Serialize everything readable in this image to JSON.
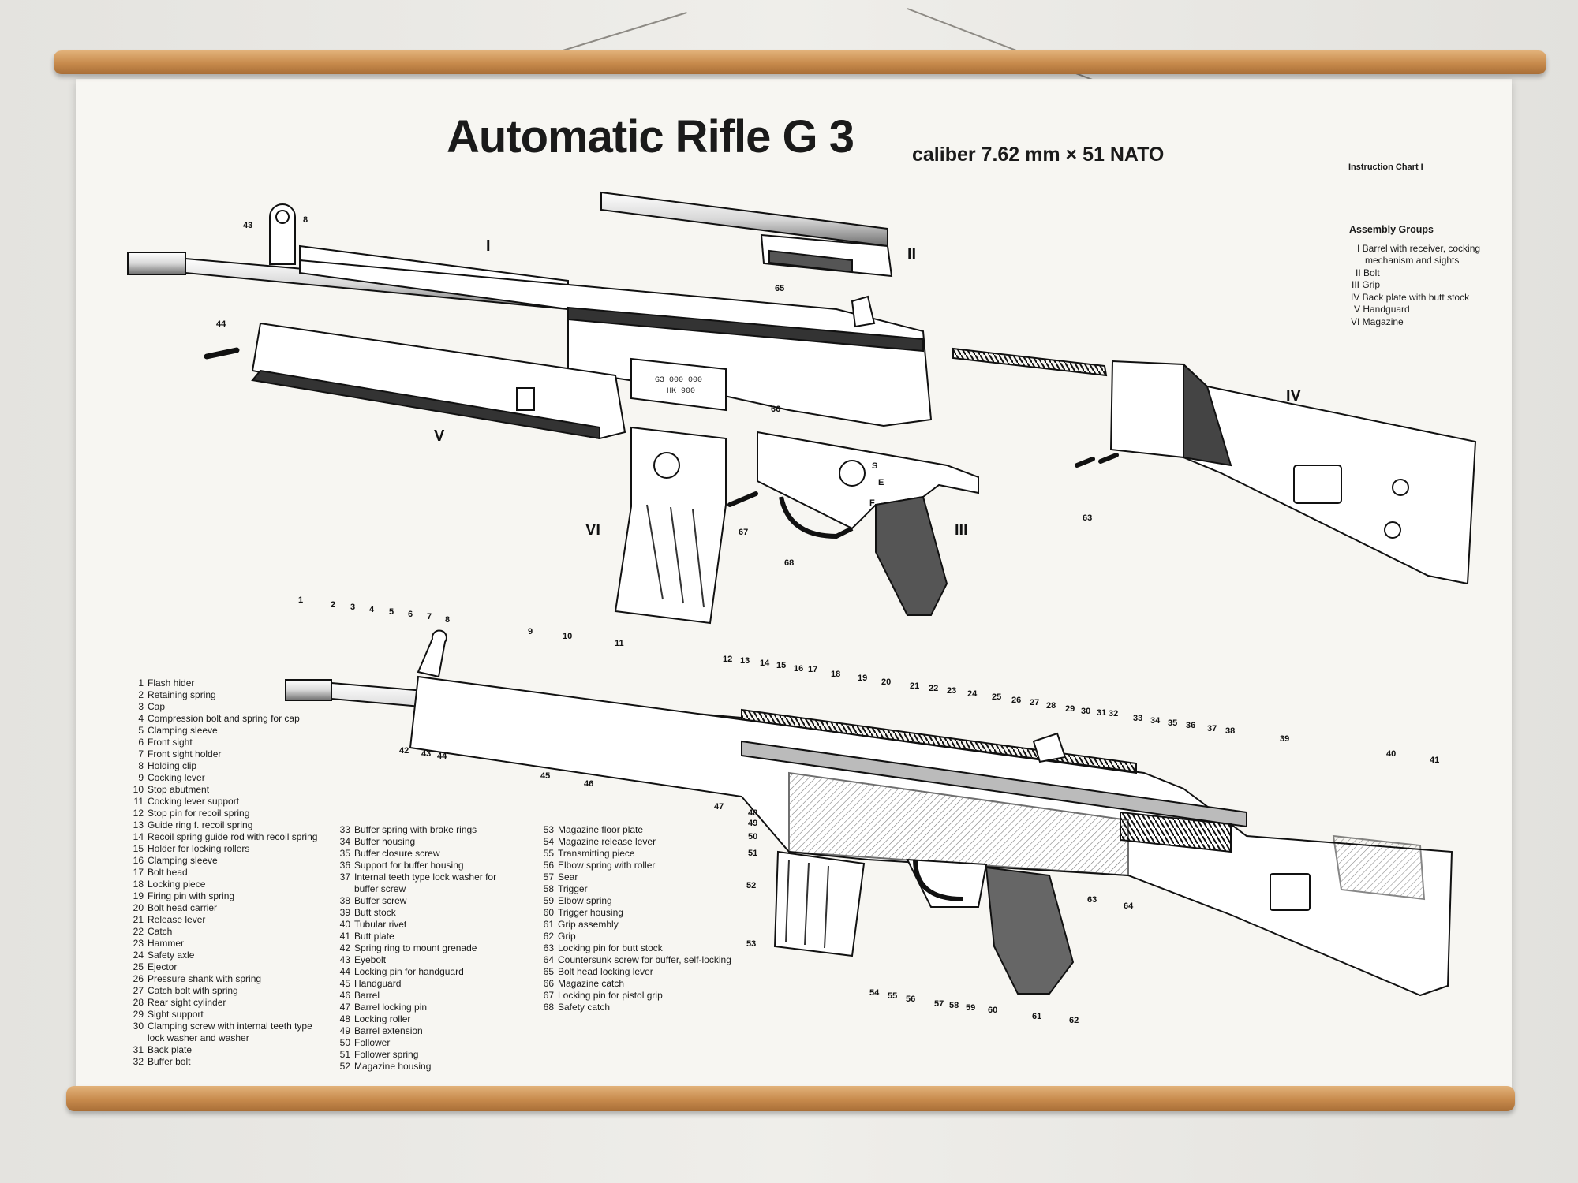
{
  "poster": {
    "title": "Automatic Rifle G 3",
    "subtitle": "caliber 7.62 mm × 51 NATO",
    "chart_label": "Instruction Chart I"
  },
  "assembly_groups": {
    "heading": "Assembly Groups",
    "items": [
      "I Barrel with receiver, cocking",
      "mechanism and sights",
      "II Bolt",
      "III Grip",
      "IV Back plate with butt stock",
      "V Handguard",
      "VI Magazine"
    ]
  },
  "group_labels": [
    "I",
    "II",
    "III",
    "IV",
    "V",
    "VI"
  ],
  "exploded_callouts": [
    "43",
    "8",
    "44",
    "65",
    "66",
    "67",
    "68",
    "63"
  ],
  "parts_col1": [
    {
      "n": "1",
      "t": "Flash hider"
    },
    {
      "n": "2",
      "t": "Retaining spring"
    },
    {
      "n": "3",
      "t": "Cap"
    },
    {
      "n": "4",
      "t": "Compression bolt and spring for cap"
    },
    {
      "n": "5",
      "t": "Clamping sleeve"
    },
    {
      "n": "6",
      "t": "Front sight"
    },
    {
      "n": "7",
      "t": "Front sight holder"
    },
    {
      "n": "8",
      "t": "Holding clip"
    },
    {
      "n": "9",
      "t": "Cocking lever"
    },
    {
      "n": "10",
      "t": "Stop abutment"
    },
    {
      "n": "11",
      "t": "Cocking lever support"
    },
    {
      "n": "12",
      "t": "Stop pin for recoil spring"
    },
    {
      "n": "13",
      "t": "Guide ring f. recoil spring"
    },
    {
      "n": "14",
      "t": "Recoil spring guide rod with recoil spring"
    },
    {
      "n": "15",
      "t": "Holder for locking rollers"
    },
    {
      "n": "16",
      "t": "Clamping sleeve"
    },
    {
      "n": "17",
      "t": "Bolt head"
    },
    {
      "n": "18",
      "t": "Locking piece"
    },
    {
      "n": "19",
      "t": "Firing pin with spring"
    },
    {
      "n": "20",
      "t": "Bolt head carrier"
    },
    {
      "n": "21",
      "t": "Release lever"
    },
    {
      "n": "22",
      "t": "Catch"
    },
    {
      "n": "23",
      "t": "Hammer"
    },
    {
      "n": "24",
      "t": "Safety axle"
    },
    {
      "n": "25",
      "t": "Ejector"
    },
    {
      "n": "26",
      "t": "Pressure shank with spring"
    },
    {
      "n": "27",
      "t": "Catch bolt with spring"
    },
    {
      "n": "28",
      "t": "Rear sight cylinder"
    },
    {
      "n": "29",
      "t": "Sight support"
    },
    {
      "n": "30",
      "t": "Clamping screw with internal teeth type",
      "t2": "lock washer and washer"
    },
    {
      "n": "31",
      "t": "Back plate"
    },
    {
      "n": "32",
      "t": "Buffer bolt"
    }
  ],
  "parts_col2": [
    {
      "n": "33",
      "t": "Buffer spring with brake rings"
    },
    {
      "n": "34",
      "t": "Buffer housing"
    },
    {
      "n": "35",
      "t": "Buffer closure screw"
    },
    {
      "n": "36",
      "t": "Support for buffer housing"
    },
    {
      "n": "37",
      "t": "Internal teeth type lock washer for",
      "t2": "buffer screw"
    },
    {
      "n": "38",
      "t": "Buffer screw"
    },
    {
      "n": "39",
      "t": "Butt stock"
    },
    {
      "n": "40",
      "t": "Tubular rivet"
    },
    {
      "n": "41",
      "t": "Butt plate"
    },
    {
      "n": "42",
      "t": "Spring ring to mount grenade"
    },
    {
      "n": "43",
      "t": "Eyebolt"
    },
    {
      "n": "44",
      "t": "Locking pin for handguard"
    },
    {
      "n": "45",
      "t": "Handguard"
    },
    {
      "n": "46",
      "t": "Barrel"
    },
    {
      "n": "47",
      "t": "Barrel locking pin"
    },
    {
      "n": "48",
      "t": "Locking roller"
    },
    {
      "n": "49",
      "t": "Barrel extension"
    },
    {
      "n": "50",
      "t": "Follower"
    },
    {
      "n": "51",
      "t": "Follower spring"
    },
    {
      "n": "52",
      "t": "Magazine housing"
    }
  ],
  "parts_col3": [
    {
      "n": "53",
      "t": "Magazine floor plate"
    },
    {
      "n": "54",
      "t": "Magazine release lever"
    },
    {
      "n": "55",
      "t": "Transmitting piece"
    },
    {
      "n": "56",
      "t": "Elbow spring with roller"
    },
    {
      "n": "57",
      "t": "Sear"
    },
    {
      "n": "58",
      "t": "Trigger"
    },
    {
      "n": "59",
      "t": "Elbow spring"
    },
    {
      "n": "60",
      "t": "Trigger housing"
    },
    {
      "n": "61",
      "t": "Grip assembly"
    },
    {
      "n": "62",
      "t": "Grip"
    },
    {
      "n": "63",
      "t": "Locking pin for butt stock"
    },
    {
      "n": "64",
      "t": "Countersunk screw for buffer, self-locking"
    },
    {
      "n": "65",
      "t": "Bolt head locking lever"
    },
    {
      "n": "66",
      "t": "Magazine catch"
    },
    {
      "n": "67",
      "t": "Locking pin for pistol grip"
    },
    {
      "n": "68",
      "t": "Safety catch"
    }
  ],
  "receiver_marking": [
    "G3 000 000",
    "HK 900"
  ],
  "selector_marks": [
    "S",
    "E",
    "F"
  ]
}
